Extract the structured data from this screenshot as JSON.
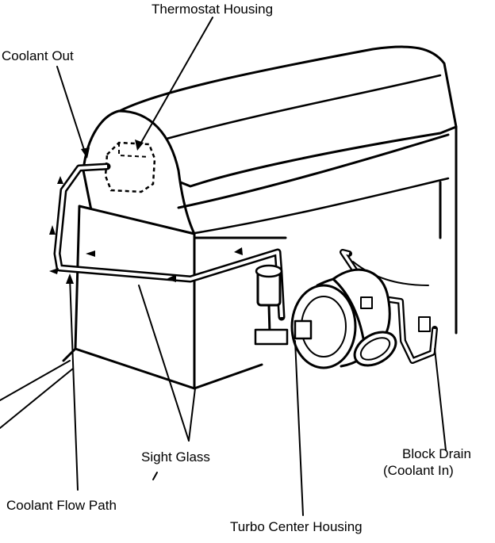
{
  "labels": {
    "thermostat_housing": "Thermostat Housing",
    "coolant_out": "Coolant Out",
    "sight_glass": "Sight Glass",
    "coolant_flow_path": "Coolant Flow Path",
    "block_drain_line1": "Block Drain",
    "block_drain_line2": "(Coolant In)",
    "turbo_center_housing": "Turbo Center Housing"
  }
}
